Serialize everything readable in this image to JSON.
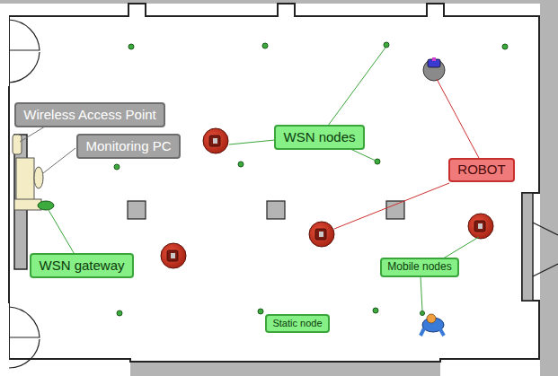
{
  "diagram": {
    "nodes": [
      {
        "text": [
          "Wireless Access Point"
        ]
      },
      {
        "text": [
          "Monitoring PC"
        ]
      },
      {
        "text": [
          "WSN nodes"
        ]
      },
      {
        "text": [
          "ROBOT"
        ]
      },
      {
        "text": [
          "WSN gateway"
        ]
      },
      {
        "text": [
          "Mobile nodes"
        ]
      },
      {
        "text": [
          "Static node"
        ]
      }
    ]
  }
}
